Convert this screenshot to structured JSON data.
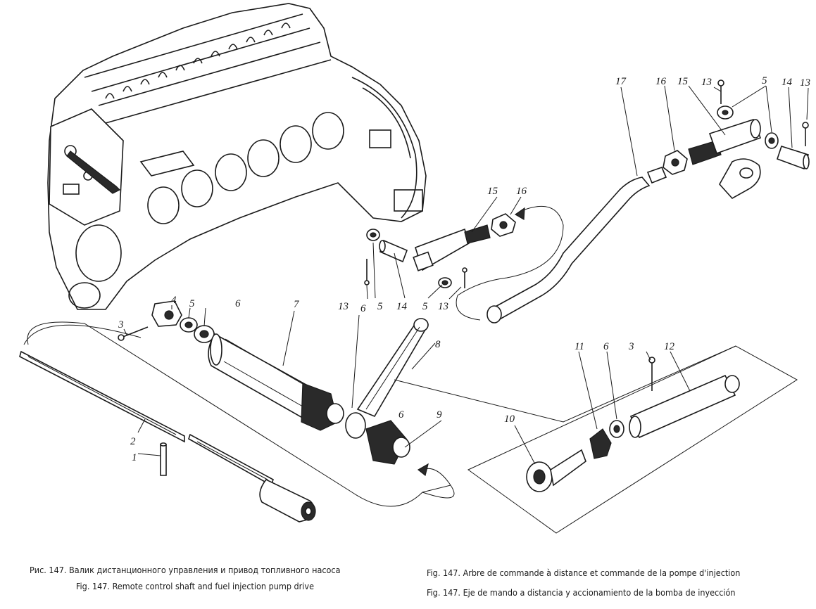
{
  "captions": {
    "ru": "Рис. 147. Валик дистанционного управления и привод топливного насоса",
    "en": "Fig. 147. Remote control shaft and fuel injection pump drive",
    "fr": "Fig. 147. Arbre de commande à distance et commande de la pompe d'injection",
    "es": "Fig. 147. Eje de mando a distancia y accionamiento de la bomba de inyección"
  },
  "callouts": {
    "c1": "1",
    "c2": "2",
    "c3a": "3",
    "c3b": "3",
    "c4": "4",
    "c5a": "5",
    "c5b": "5",
    "c5c": "5",
    "c5d": "5",
    "c6a": "6",
    "c6b": "6",
    "c6c": "6",
    "c6d": "6",
    "c7": "7",
    "c8": "8",
    "c9": "9",
    "c10": "10",
    "c11": "11",
    "c12": "12",
    "c13a": "13",
    "c13b": "13",
    "c13c": "13",
    "c13d": "13",
    "c14a": "14",
    "c14b": "14",
    "c15a": "15",
    "c15b": "15",
    "c16a": "16",
    "c16b": "16",
    "c17": "17"
  }
}
